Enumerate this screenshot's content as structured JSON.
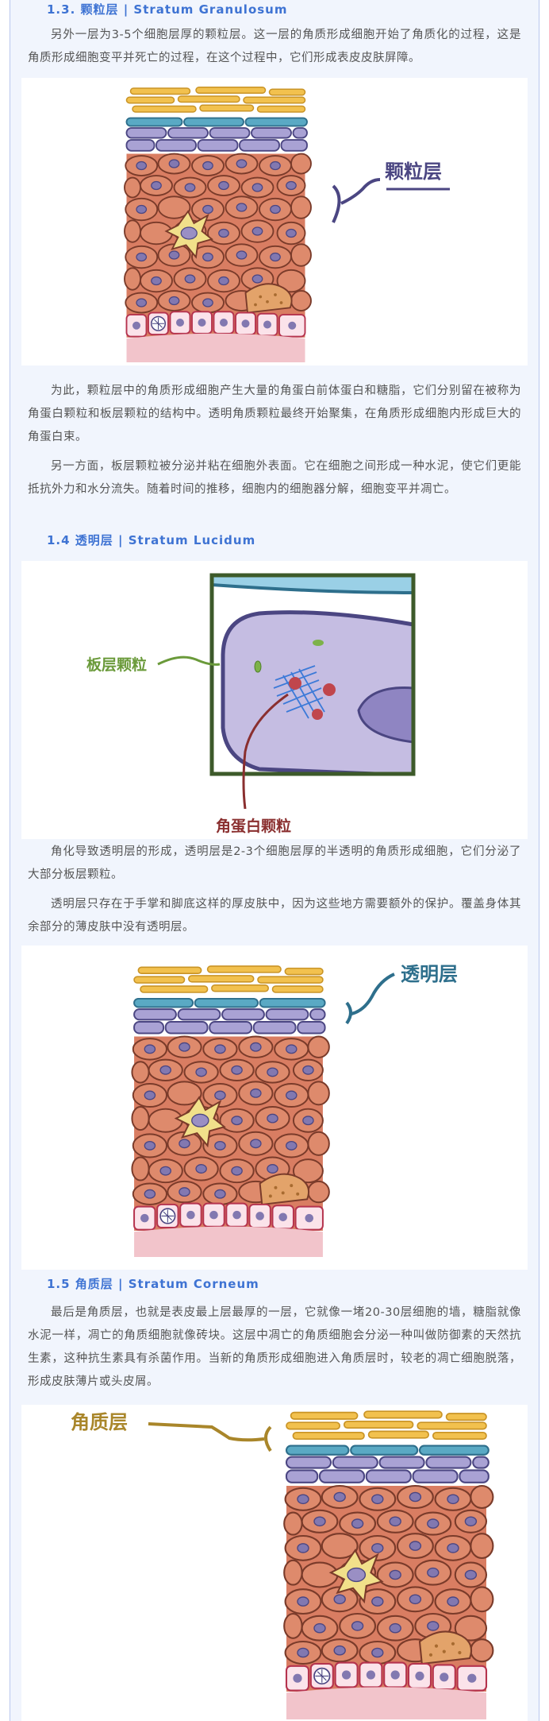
{
  "sec13": {
    "heading": "1.3. 颗粒层 | Stratum Granulosum",
    "para1": "另外一层为3-5个细胞层厚的颗粒层。这一层的角质形成细胞开始了角质化的过程，这是角质形成细胞变平并死亡的过程，在这个过程中，它们形成表皮皮肤屏障。",
    "fig_label": "颗粒层",
    "para2": "为此，颗粒层中的角质形成细胞产生大量的角蛋白前体蛋白和糖脂，它们分别留在被称为角蛋白颗粒和板层颗粒的结构中。透明角质颗粒最终开始聚集，在角质形成细胞内形成巨大的角蛋白束。",
    "para3": "另一方面，板层颗粒被分泌并粘在细胞外表面。它在细胞之间形成一种水泥，使它们更能抵抗外力和水分流失。随着时间的推移，细胞内的细胞器分解，细胞变平并凋亡。"
  },
  "sec14": {
    "heading": "1.4 透明层 | Stratum Lucidum",
    "label_lamellar": "板层颗粒",
    "label_keratin": "角蛋白颗粒",
    "para1": "角化导致透明层的形成，透明层是2-3个细胞层厚的半透明的角质形成细胞，它们分泌了大部分板层颗粒。",
    "para2": "透明层只存在于手掌和脚底这样的厚皮肤中，因为这些地方需要额外的保护。覆盖身体其余部分的薄皮肤中没有透明层。",
    "fig_label": "透明层"
  },
  "sec15": {
    "heading": "1.5 角质层 | Stratum Corneum",
    "para1": "最后是角质层，也就是表皮最上层最厚的一层，它就像一堵20-30层细胞的墙，糖脂就像水泥一样，凋亡的角质细胞就像砖块。这层中凋亡的角质细胞会分泌一种叫做防御素的天然抗生素，这种抗生素具有杀菌作用。当新的角质形成细胞进入角质层时，较老的凋亡细胞脱落，形成皮肤薄片或头皮屑。",
    "fig_label": "角质层"
  },
  "colors": {
    "heading": "#3e73d3",
    "granulosum_label": "#4b4682",
    "lucidum_label": "#2e6f8c",
    "corneum_label": "#a9862a",
    "lamellar_label": "#6a9a3a",
    "keratin_label": "#8a2f2f"
  }
}
